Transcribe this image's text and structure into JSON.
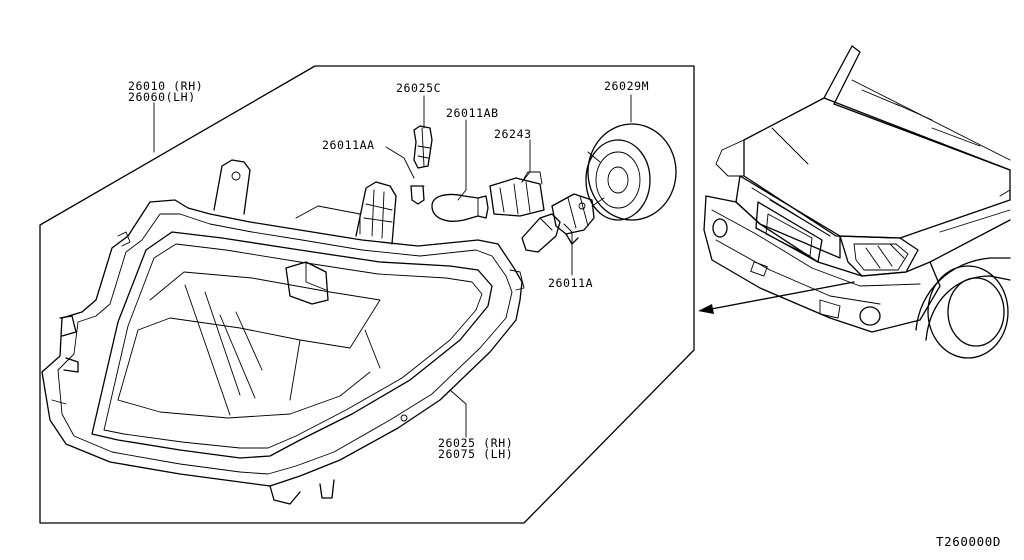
{
  "labels": {
    "headlamp_assy_rh": "26010 (RH)",
    "headlamp_assy_lh": "26060(LH)",
    "socket_26025C": "26025C",
    "bulb_26011AA": "26011AA",
    "bulb_26011AB": "26011AB",
    "socket_26243": "26243",
    "cap_26029M": "26029M",
    "bulb_26011A": "26011A",
    "lens_housing_rh": "26025 (RH)",
    "lens_housing_lh": "26075 (LH)",
    "diagram_code": "T260000D"
  }
}
